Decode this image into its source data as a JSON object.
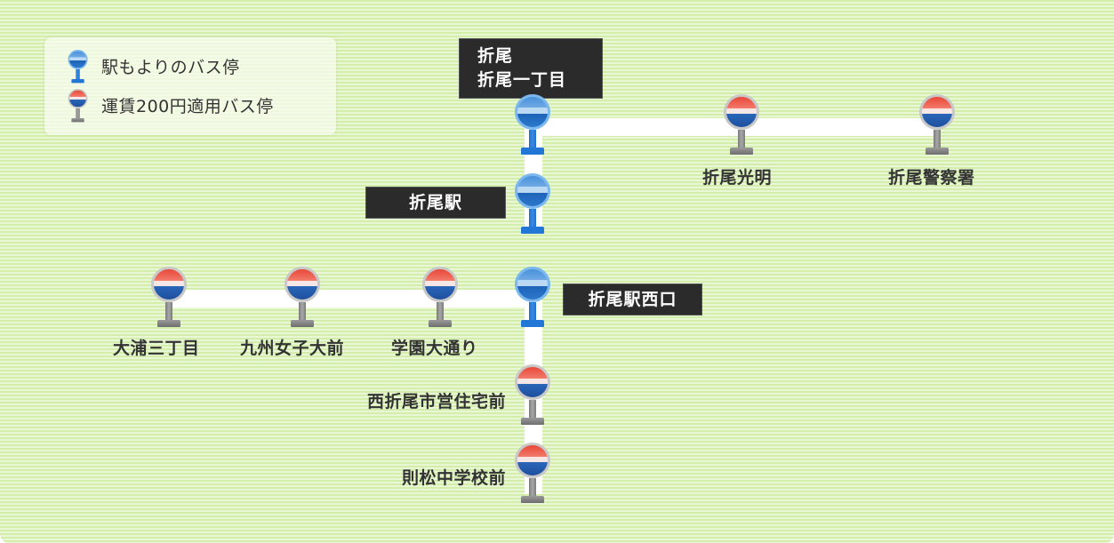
{
  "legend": {
    "items": [
      {
        "icon": "station-bus-stop-icon",
        "label": "駅もよりのバス停"
      },
      {
        "icon": "fare-200-bus-stop-icon",
        "label": "運賃200円適用バス停"
      }
    ]
  },
  "colors": {
    "background": "#d9f0b5",
    "route": "#ffffff",
    "station_stop": "#2277d6",
    "fare_stop_top": "#e8483a",
    "fare_stop_bottom": "#2a66b8",
    "label_dark_bg": "#2b2b2b",
    "label_text": "#333333"
  },
  "stops": {
    "orio_itchome": {
      "type": "station",
      "label_lines": [
        "折尾",
        "折尾一丁目"
      ]
    },
    "orio_komyo": {
      "type": "fare",
      "label": "折尾光明"
    },
    "orio_keisatsusho": {
      "type": "fare",
      "label": "折尾警察署"
    },
    "orio_eki": {
      "type": "station",
      "label": "折尾駅"
    },
    "orio_eki_nishiguchi": {
      "type": "station",
      "label": "折尾駅西口"
    },
    "oura_sanchome": {
      "type": "fare",
      "label": "大浦三丁目"
    },
    "kyushu_joshidai_mae": {
      "type": "fare",
      "label": "九州女子大前"
    },
    "gakuen_odori": {
      "type": "fare",
      "label": "学園大通り"
    },
    "nishi_orio_shiei_jutaku_mae": {
      "type": "fare",
      "label": "西折尾市営住宅前"
    },
    "norimatsu_chugakko_mae": {
      "type": "fare",
      "label": "則松中学校前"
    }
  }
}
